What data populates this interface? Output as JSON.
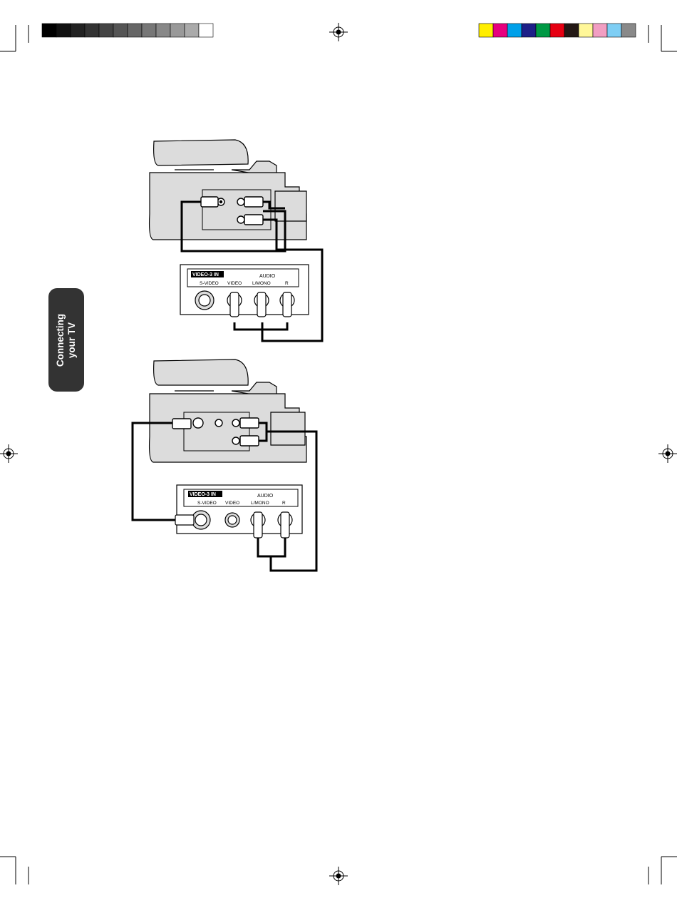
{
  "side_tab": {
    "line1": "Connecting",
    "line2": "your TV"
  },
  "panel_top": {
    "title": "VIDEO-3 IN",
    "audio": "AUDIO",
    "labels": [
      "S-VIDEO",
      "VIDEO",
      "L/MONO",
      "R"
    ]
  },
  "panel_bottom": {
    "title": "VIDEO-3 IN",
    "audio": "AUDIO",
    "labels": [
      "S-VIDEO",
      "VIDEO",
      "L/MONO",
      "R"
    ]
  },
  "colors": {
    "gray_bar": [
      "#000000",
      "#111111",
      "#222222",
      "#333333",
      "#444444",
      "#555555",
      "#666666",
      "#777777",
      "#888888",
      "#999999",
      "#aaaaaa",
      "#ffffff"
    ],
    "color_bar": [
      "#ffee00",
      "#e6007e",
      "#00a0e9",
      "#1d2088",
      "#009944",
      "#e60012",
      "#231815",
      "#fff799",
      "#f19ec2",
      "#7ecef4",
      "#898989"
    ],
    "camcorder_fill": "#dcdcdc",
    "tab_bg": "#333333"
  }
}
